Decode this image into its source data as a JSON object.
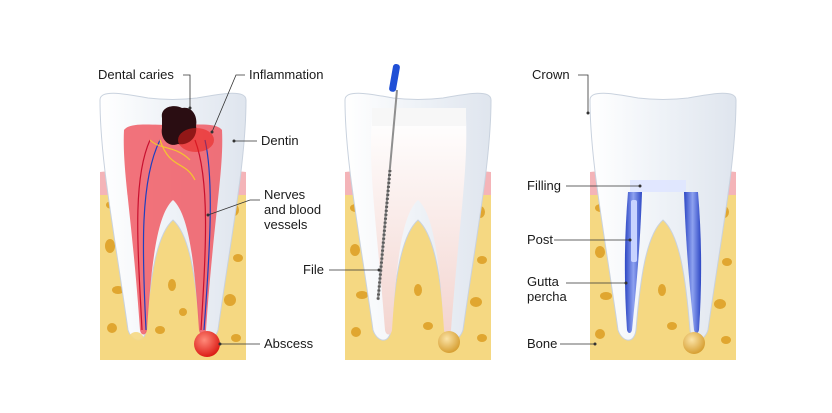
{
  "panels": [
    {
      "id": "infected",
      "labels": {
        "dental_caries": "Dental caries",
        "inflammation": "Inflammation",
        "dentin": "Dentin",
        "nerves_line1": "Nerves",
        "nerves_line2": "and blood",
        "nerves_line3": "vessels",
        "abscess": "Abscess"
      }
    },
    {
      "id": "cleaning",
      "labels": {
        "file": "File"
      }
    },
    {
      "id": "restored",
      "labels": {
        "crown": "Crown",
        "filling": "Filling",
        "post": "Post",
        "gutta_line1": "Gutta",
        "gutta_line2": "percha",
        "bone": "Bone"
      }
    }
  ],
  "colors": {
    "bone": "#f5d882",
    "bone_spot": "#e0a630",
    "gum": "#f4b4b8",
    "enamel": "#f1f4f8",
    "pulp_infected": "#f05b64",
    "abscess": "#e8201c",
    "caries": "#2a0d12",
    "file_handle": "#1f4fd6",
    "gutta_percha": "#3f5ed8",
    "root_tip": "#f2c86a"
  }
}
